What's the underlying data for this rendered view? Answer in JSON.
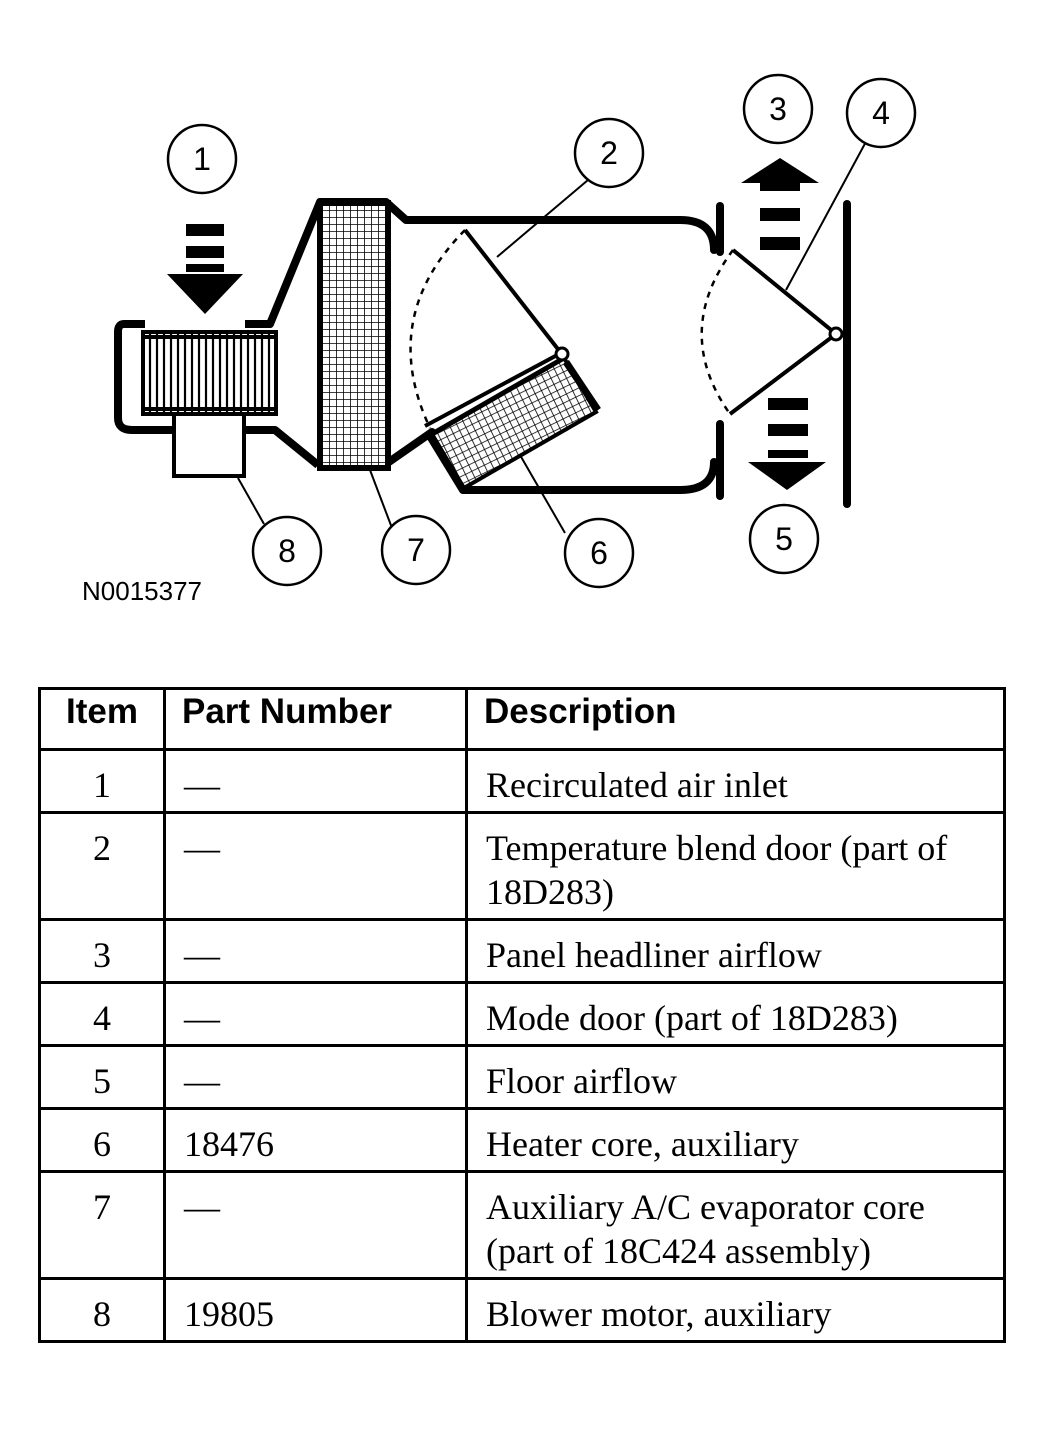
{
  "figure": {
    "id": "N0015377",
    "callouts": [
      "1",
      "2",
      "3",
      "4",
      "5",
      "6",
      "7",
      "8"
    ]
  },
  "table": {
    "headers": [
      "Item",
      "Part Number",
      "Description"
    ],
    "rows": [
      {
        "item": "1",
        "part_number": "—",
        "description": "Recirculated air inlet"
      },
      {
        "item": "2",
        "part_number": "—",
        "description": "Temperature blend door (part of 18D283)"
      },
      {
        "item": "3",
        "part_number": "—",
        "description": "Panel headliner airflow"
      },
      {
        "item": "4",
        "part_number": "—",
        "description": "Mode door (part of 18D283)"
      },
      {
        "item": "5",
        "part_number": "—",
        "description": "Floor airflow"
      },
      {
        "item": "6",
        "part_number": "18476",
        "description": "Heater core, auxiliary"
      },
      {
        "item": "7",
        "part_number": "—",
        "description": "Auxiliary A/C evaporator core (part of 18C424 assembly)"
      },
      {
        "item": "8",
        "part_number": "19805",
        "description": "Blower motor, auxiliary"
      }
    ]
  }
}
